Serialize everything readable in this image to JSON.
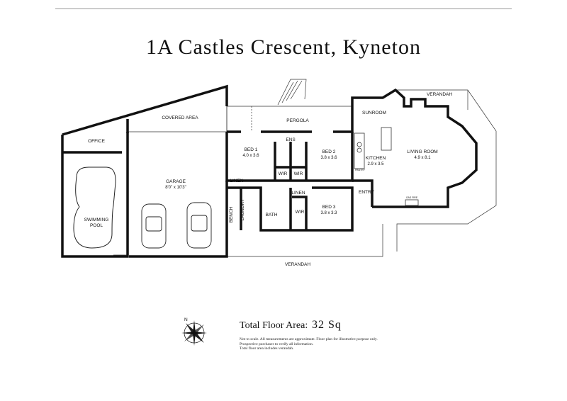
{
  "title": "1A Castles Crescent, Kyneton",
  "rooms": {
    "office": "OFFICE",
    "covered_area": "COVERED AREA",
    "pergola": "PERGOLA",
    "verandah_top": "VERANDAH",
    "sunroom": "SUNROOM",
    "swimming_pool": [
      "SWIMMING",
      "POOL"
    ],
    "garage": {
      "name": "GARAGE",
      "dims": "8'0\" x 10'3\""
    },
    "bed1": {
      "name": "BED 1",
      "dims": "4.0 x 3.6"
    },
    "ens": "ENS",
    "bed2": {
      "name": "BED 2",
      "dims": "3.8 x 3.6"
    },
    "kitchen": {
      "name": "KITCHEN",
      "dims": "2.9 x 3.5"
    },
    "pantry": "PANTRY",
    "living": {
      "name": "LIVING ROOM",
      "dims": "4.9 x 8.1"
    },
    "wir": "WIR",
    "linen": "LINEN",
    "entry": "ENTRY",
    "gas_fire": "GAS FIRE",
    "bench": "BENCH",
    "laundry": "LAUNDRY",
    "bath": "BATH",
    "bed3": {
      "name": "BED 3",
      "dims": "3.8 x 3.3"
    },
    "verandah_bottom": "VERANDAH"
  },
  "compass": {
    "north": "N"
  },
  "total": {
    "label": "Total Floor Area:",
    "value": "32  Sq"
  },
  "notes": [
    "Not to scale. All measurements are approximate. Floor plan for illustrative purpose only.",
    "Prospective purchaser to verify all information.",
    "Total floor area includes verandah."
  ]
}
